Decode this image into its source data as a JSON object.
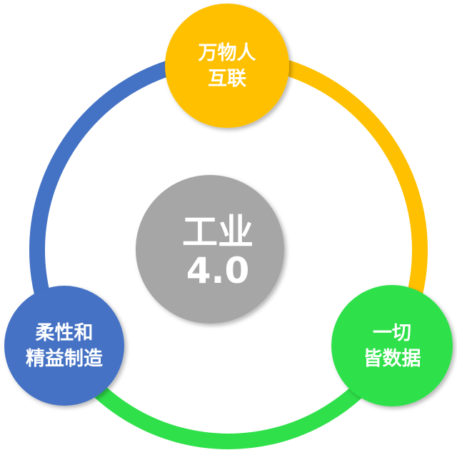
{
  "center": {
    "line1": "工业",
    "line2": "4.0",
    "color": "#a6a6a6"
  },
  "nodes": [
    {
      "id": "iot",
      "line1": "万物人",
      "line2": "互联",
      "color": "#ffc000"
    },
    {
      "id": "data",
      "line1": "一切",
      "line2": "皆数据",
      "color": "#2fe04a"
    },
    {
      "id": "manufacturing",
      "line1": "柔性和",
      "line2": "精益制造",
      "color": "#4472c4"
    }
  ],
  "ring_colors": {
    "top_right": "#ffc000",
    "bottom": "#2fe04a",
    "left": "#4472c4"
  },
  "text_color": "#ffffff"
}
